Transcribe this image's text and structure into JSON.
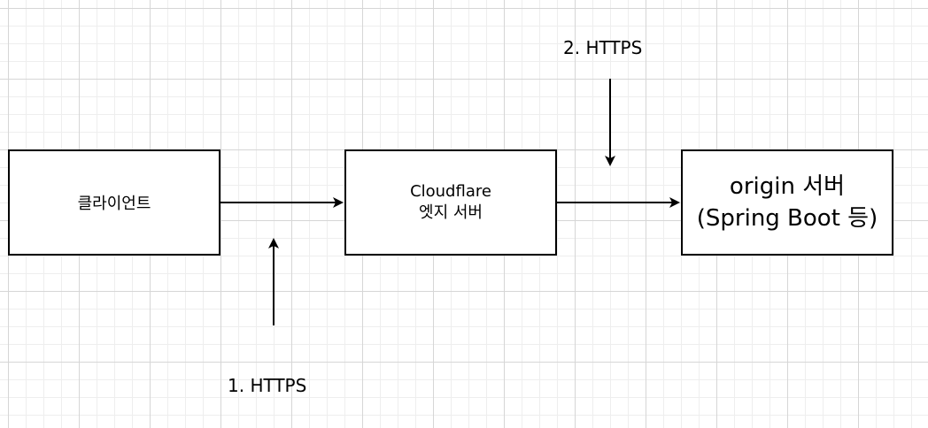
{
  "diagram": {
    "nodes": {
      "client": {
        "label": "클라이언트"
      },
      "edge": {
        "line1": "Cloudflare",
        "line2": "엣지 서버"
      },
      "origin": {
        "line1": "origin 서버",
        "line2": "(Spring Boot 등)"
      }
    },
    "labels": {
      "https_1": "1. HTTPS",
      "https_2": "2. HTTPS"
    },
    "colors": {
      "stroke": "#000000",
      "grid_major": "#d6d6d6",
      "grid_minor": "#eeeeee",
      "background": "#ffffff"
    }
  }
}
